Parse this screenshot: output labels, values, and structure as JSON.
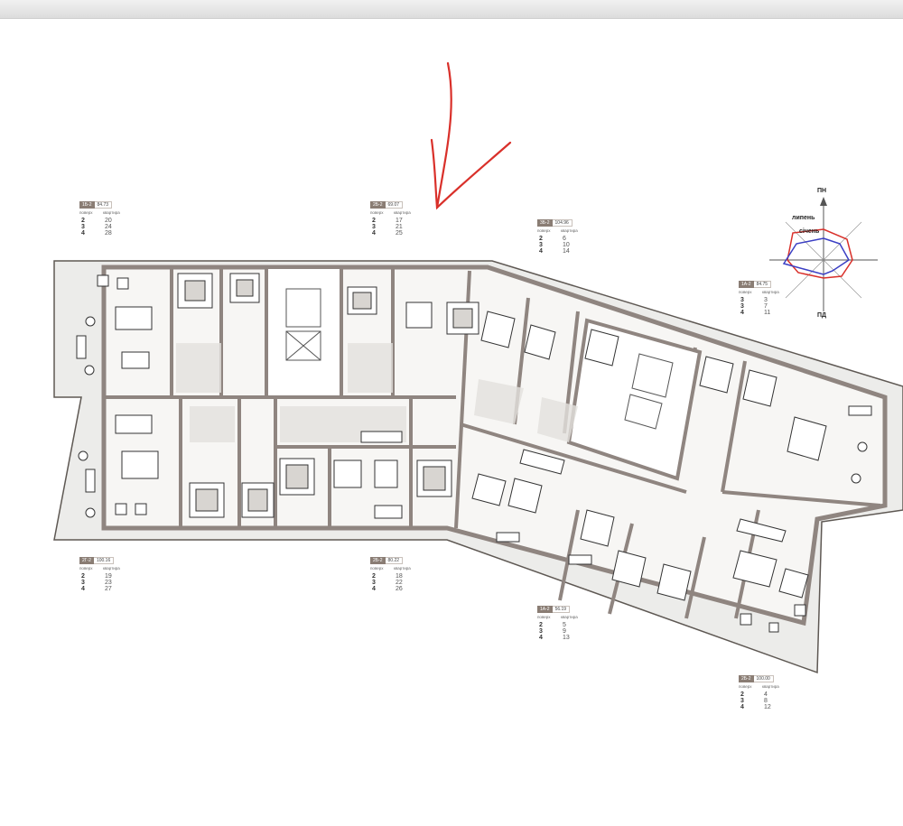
{
  "cards": [
    {
      "id": "card-1",
      "code": "1Б-2",
      "area": "84.73",
      "floor_label": "поверх",
      "apt_label": "квартира",
      "rows": [
        [
          "2",
          "20"
        ],
        [
          "3",
          "24"
        ],
        [
          "4",
          "28"
        ]
      ]
    },
    {
      "id": "card-2",
      "code": "2Б-2",
      "area": "69.07",
      "floor_label": "поверх",
      "apt_label": "квартира",
      "rows": [
        [
          "2",
          "17"
        ],
        [
          "3",
          "21"
        ],
        [
          "4",
          "25"
        ]
      ]
    },
    {
      "id": "card-3",
      "code": "3Б-2",
      "area": "104.96",
      "floor_label": "поверх",
      "apt_label": "квартира",
      "rows": [
        [
          "2",
          "6"
        ],
        [
          "3",
          "10"
        ],
        [
          "4",
          "14"
        ]
      ]
    },
    {
      "id": "card-4",
      "code": "1А-2",
      "area": "84.75",
      "floor_label": "поверх",
      "apt_label": "квартира",
      "rows": [
        [
          "3",
          "3"
        ],
        [
          "3",
          "7"
        ],
        [
          "4",
          "11"
        ]
      ]
    },
    {
      "id": "card-5",
      "code": "2Г-2",
      "area": "100.16",
      "floor_label": "поверх",
      "apt_label": "квартира",
      "rows": [
        [
          "2",
          "19"
        ],
        [
          "3",
          "23"
        ],
        [
          "4",
          "27"
        ]
      ]
    },
    {
      "id": "card-6",
      "code": "2Б-2",
      "area": "80.22",
      "floor_label": "поверх",
      "apt_label": "квартира",
      "rows": [
        [
          "2",
          "18"
        ],
        [
          "3",
          "22"
        ],
        [
          "4",
          "26"
        ]
      ]
    },
    {
      "id": "card-7",
      "code": "1А-2",
      "area": "56.19",
      "floor_label": "поверх",
      "apt_label": "квартира",
      "rows": [
        [
          "2",
          "5"
        ],
        [
          "3",
          "9"
        ],
        [
          "4",
          "13"
        ]
      ]
    },
    {
      "id": "card-8",
      "code": "2Б-2",
      "area": "100.00",
      "floor_label": "поверх",
      "apt_label": "квартира",
      "rows": [
        [
          "2",
          "4"
        ],
        [
          "3",
          "8"
        ],
        [
          "4",
          "12"
        ]
      ]
    }
  ],
  "compass": {
    "north": "ПН",
    "south": "ПД",
    "july": "липень",
    "january": "січень"
  },
  "colors": {
    "wall": "#8f8580",
    "floor": "#f2f1ef",
    "annotation": "#d9302a",
    "july": "#d9302a",
    "january": "#3b3fc4"
  },
  "icons": [
    "arrow-annotation",
    "compass-rose",
    "furniture-icon"
  ]
}
